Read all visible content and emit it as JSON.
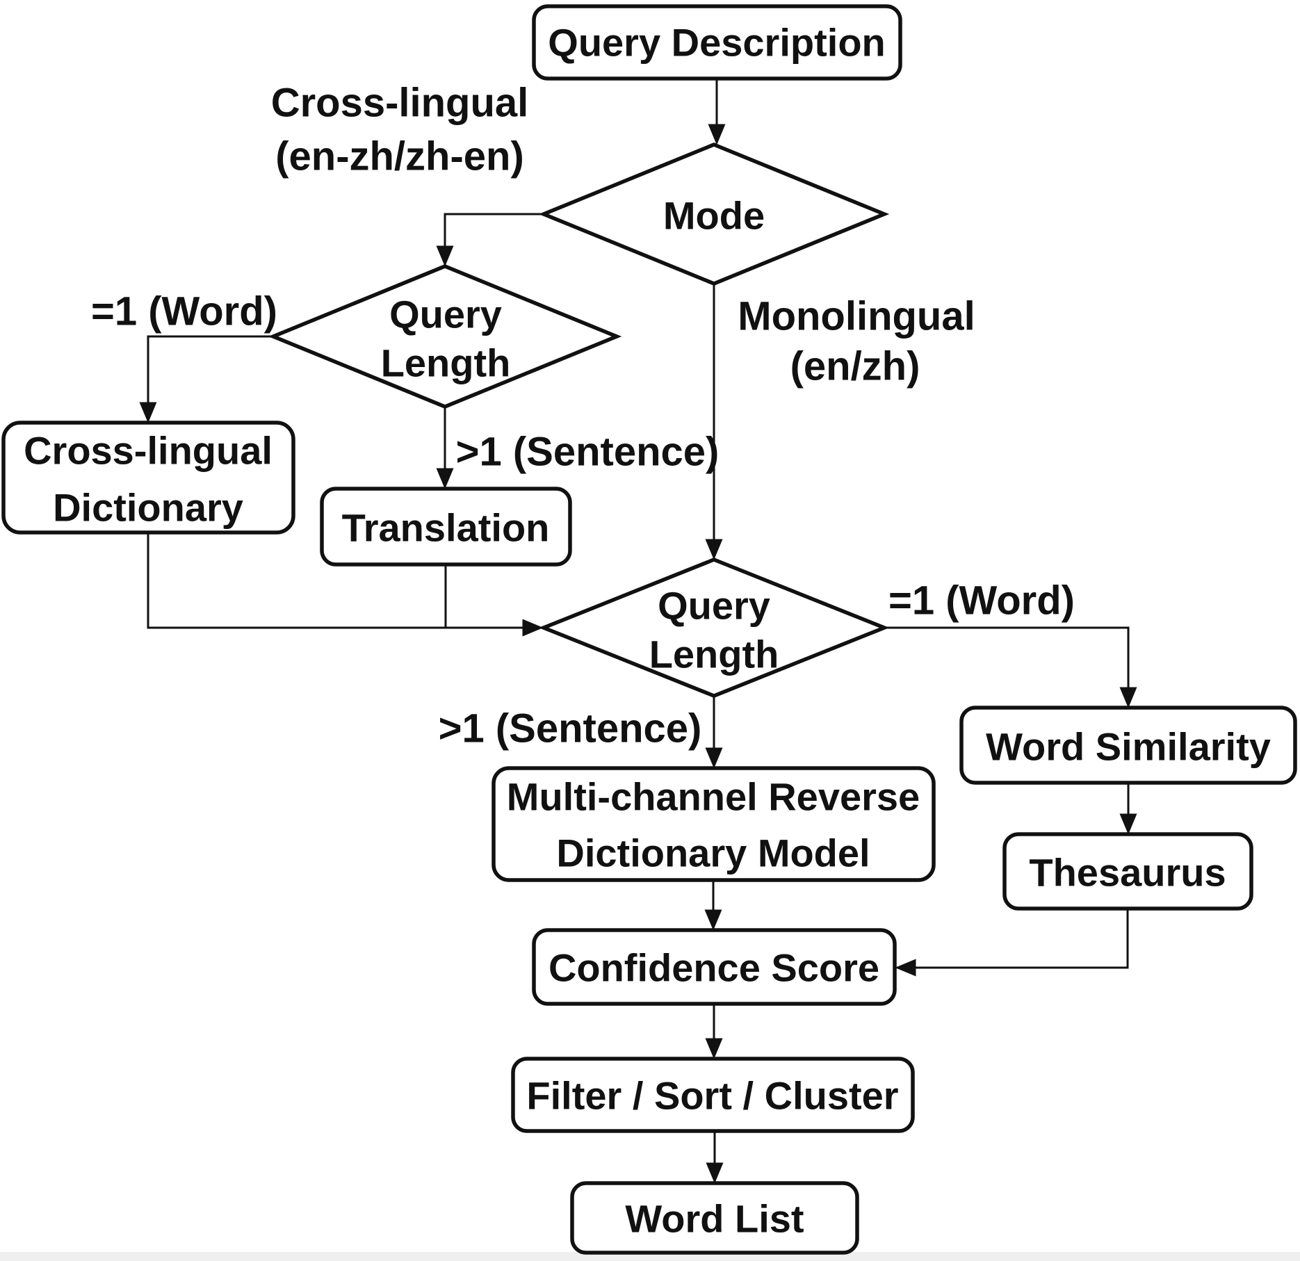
{
  "diagram": {
    "colors": {
      "background": "#ffffff",
      "line": "#111111",
      "text": "#111111",
      "shape_fill": "#ffffff",
      "footer_strip": "#efefef"
    },
    "nodes": {
      "query_description": {
        "shape": "rounded-rect",
        "label": "Query Description"
      },
      "mode_decision": {
        "shape": "diamond",
        "label": "Mode"
      },
      "query_length_cross": {
        "shape": "diamond",
        "label": "Query Length",
        "line1": "Query",
        "line2": "Length"
      },
      "cross_lingual_dictionary": {
        "shape": "rounded-rect",
        "label": "Cross-lingual Dictionary",
        "line1": "Cross-lingual",
        "line2": "Dictionary"
      },
      "translation": {
        "shape": "rounded-rect",
        "label": "Translation"
      },
      "query_length_main": {
        "shape": "diamond",
        "label": "Query Length",
        "line1": "Query",
        "line2": "Length"
      },
      "multi_channel_model": {
        "shape": "rounded-rect",
        "label": "Multi-channel Reverse Dictionary Model",
        "line1": "Multi-channel Reverse",
        "line2": "Dictionary Model"
      },
      "word_similarity": {
        "shape": "rounded-rect",
        "label": "Word Similarity"
      },
      "thesaurus": {
        "shape": "rounded-rect",
        "label": "Thesaurus"
      },
      "confidence_score": {
        "shape": "rounded-rect",
        "label": "Confidence Score"
      },
      "filter_sort_cluster": {
        "shape": "rounded-rect",
        "label": "Filter / Sort / Cluster"
      },
      "word_list": {
        "shape": "rounded-rect",
        "label": "Word List"
      }
    },
    "edge_labels": {
      "cross_lingual_branch": {
        "line1": "Cross-lingual",
        "line2": "(en-zh/zh-en)"
      },
      "monolingual_branch": {
        "line1": "Monolingual",
        "line2": "(en/zh)"
      },
      "word_branch_cross": "=1 (Word)",
      "sentence_branch_cross": ">1 (Sentence)",
      "word_branch_main": "=1 (Word)",
      "sentence_branch_main": ">1 (Sentence)"
    }
  }
}
